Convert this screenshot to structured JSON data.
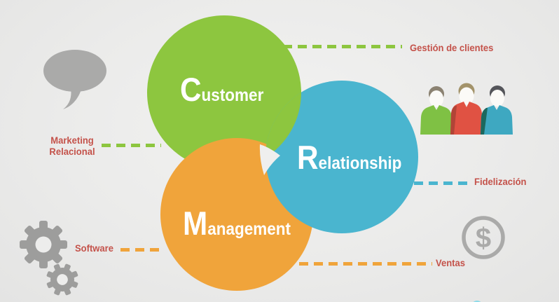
{
  "palette": {
    "bg": "#ededec",
    "wedge": "#efefee",
    "label_red": "#c4524a",
    "icon_gray": "#aaaaa9",
    "gear_gray": "#9d9d9c",
    "skin": "#fbfaf7",
    "cyan_dot": "#8ddbe9",
    "green": "#8dc63f",
    "blue": "#4ab5cf",
    "orange": "#f0a43b"
  },
  "venn": {
    "circles": [
      {
        "name": "Customer",
        "initial": "C",
        "rest": "ustomer",
        "color": "#8dc63f"
      },
      {
        "name": "Relationship",
        "initial": "R",
        "rest": "elationship",
        "color": "#4ab5cf"
      },
      {
        "name": "Management",
        "initial": "M",
        "rest": "anagement",
        "color": "#f0a43b"
      }
    ]
  },
  "labels": [
    {
      "id": "gestion-de-clientes",
      "text": "Gestión de clientes",
      "connector_color": "#8dc63f"
    },
    {
      "id": "marketing-relacional",
      "line1": "Marketing",
      "line2": "Relacional",
      "connector_color": "#8dc63f"
    },
    {
      "id": "fidelizacion",
      "text": "Fidelización",
      "connector_color": "#4ab5cf"
    },
    {
      "id": "software",
      "text": "Software",
      "connector_color": "#f0a43b"
    },
    {
      "id": "ventas",
      "text": "Ventas",
      "connector_color": "#f0a43b"
    }
  ],
  "icons": {
    "speech_bubble": "speech-bubble-icon",
    "people_group": "people-group-icon",
    "gears": "gears-icon",
    "dollar_coin": "dollar-coin-icon",
    "dollar_symbol": "$"
  },
  "people": [
    {
      "shirt": "#7fc144",
      "hair": "#8b8272",
      "shadow": "#b14437"
    },
    {
      "shirt": "#e05243",
      "hair": "#a3936a",
      "shadow": "#b14437"
    },
    {
      "shirt": "#3ea8c1",
      "hair": "#54555a",
      "shadow": "#1b685e"
    }
  ]
}
